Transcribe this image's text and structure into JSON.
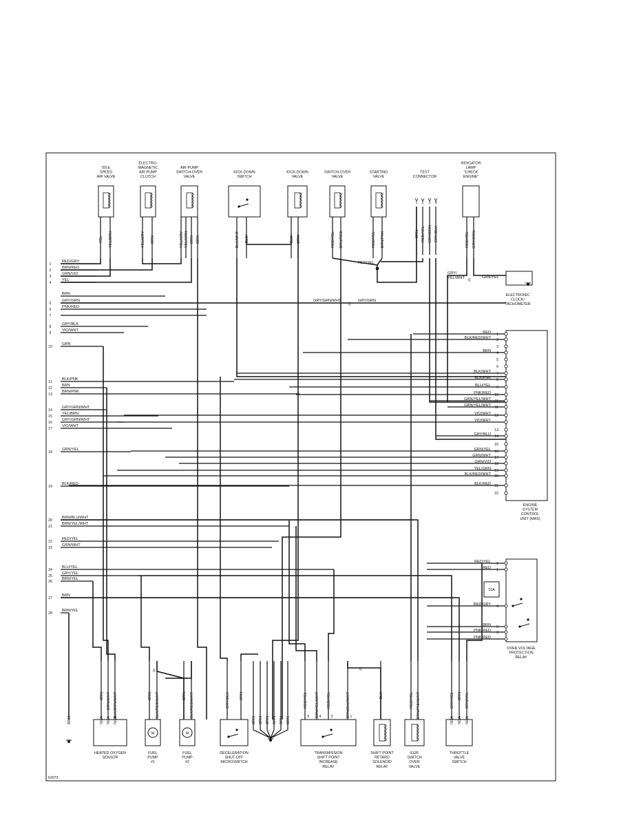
{
  "figure_id": "62073",
  "top_components": [
    {
      "name": "IDLE\nSPEED\nAIR VALVE",
      "pins": [
        "YEL",
        "YEL/BRN"
      ]
    },
    {
      "name": "ELECTRO-\nMAGNETIC\nAIR PUMP\nCLUTCH",
      "pins": [
        "YEL/GRY",
        "BRN"
      ]
    },
    {
      "name": "AIR PUMP\nSWITCH-OVER\nVALVE",
      "pins": [
        "YEL/GRY",
        "YEL/GRN",
        "BRN",
        "BRN"
      ]
    },
    {
      "name": "KICK-DOWN\nSWITCH",
      "pins": [
        "BLK/WHT",
        "BLK"
      ]
    },
    {
      "name": "KICK-DOWN\nVALVE",
      "pins": [
        "BLK",
        "BRN"
      ]
    },
    {
      "name": "SWITCH-OVER\nVALVE",
      "pins": [
        "RED/YEL",
        "BRN/RED"
      ]
    },
    {
      "name": "STARTING\nVALVE",
      "pins": [
        "RED/YEL",
        "BRN/PNK"
      ]
    },
    {
      "name": "TEST\nCONNECTOR",
      "pins": [
        "BRN",
        "RED/YEL",
        "GRY/GRN",
        "GRY/BLU"
      ],
      "pin_numbers": [
        "1",
        "2",
        "3",
        "4"
      ]
    },
    {
      "name": "INDICATOR\nLAMP\n\"CHECK\nENGINE\"",
      "pins": [
        "RED/YEL",
        "GRY/GRN"
      ]
    }
  ],
  "left_terminals": [
    {
      "num": "1",
      "wire": "RED/GRY"
    },
    {
      "num": "2",
      "wire": "BRN/RED"
    },
    {
      "num": "3",
      "wire": "GRN/VIO"
    },
    {
      "num": "4",
      "wire": "YEL"
    },
    {
      "num": "",
      "wire": "BRN"
    },
    {
      "num": "5",
      "wire": "GRY/GRN"
    },
    {
      "num": "6",
      "wire": "PNK/RED"
    },
    {
      "num": "7",
      "wire": ""
    },
    {
      "num": "8",
      "wire": "GRY/BLK"
    },
    {
      "num": "9",
      "wire": "VIO/WHT"
    },
    {
      "num": "10",
      "wire": "GRN"
    },
    {
      "num": "11",
      "wire": "BLK/PNK"
    },
    {
      "num": "12",
      "wire": "BRN"
    },
    {
      "num": "13",
      "wire": "BRN/PNK"
    },
    {
      "num": "14",
      "wire": "GRY/GRN/WHT"
    },
    {
      "num": "15",
      "wire": "YEL/BRN"
    },
    {
      "num": "16",
      "wire": "GRY/GRN/WHT"
    },
    {
      "num": "17",
      "wire": "VIO/WHT"
    },
    {
      "num": "18",
      "wire": "GRN/YEL"
    },
    {
      "num": "19",
      "wire": "BLK/RED"
    },
    {
      "num": "20",
      "wire": "BRN/BLU/WHT"
    },
    {
      "num": "21",
      "wire": "BRN/YEL/WHT"
    },
    {
      "num": "22",
      "wire": "RED/YEL"
    },
    {
      "num": "23",
      "wire": "GRN/WHT"
    },
    {
      "num": "24",
      "wire": "BLU/YEL"
    },
    {
      "num": "25",
      "wire": "GRY/YEL"
    },
    {
      "num": "26",
      "wire": "BRN/YEL"
    },
    {
      "num": "27",
      "wire": "BRN"
    },
    {
      "num": "28",
      "wire": "BRN/YEL"
    }
  ],
  "ecu": {
    "name": "ENGINE\nSYSTEM\nCONTROL\nUNIT (MAS)",
    "pins": [
      {
        "num": "1",
        "wire": "RED"
      },
      {
        "num": "2",
        "wire": "BLK/RED/WHT"
      },
      {
        "num": "3",
        "wire": ""
      },
      {
        "num": "4",
        "wire": "BRN"
      },
      {
        "num": "5",
        "wire": ""
      },
      {
        "num": "6",
        "wire": ""
      },
      {
        "num": "7",
        "wire": "BLK/WHT"
      },
      {
        "num": "8",
        "wire": "BLK/PNK"
      },
      {
        "num": "9",
        "wire": "BLU/YEL"
      },
      {
        "num": "10",
        "wire": "PNK/RED"
      },
      {
        "num": "11",
        "wire": "GRN/YEL/WHT"
      },
      {
        "num": "11",
        "wire": "GRN/YEL/WHT"
      },
      {
        "num": "12",
        "wire": "VIO/WHT"
      },
      {
        "num": "",
        "wire": "VIO/WHT"
      },
      {
        "num": "13",
        "wire": ""
      },
      {
        "num": "14",
        "wire": "GRY/BLU"
      },
      {
        "num": "15",
        "wire": ""
      },
      {
        "num": "16",
        "wire": "GRN/YEL"
      },
      {
        "num": "17",
        "wire": "GRN/WHT"
      },
      {
        "num": "18",
        "wire": "GRN/VIO"
      },
      {
        "num": "19",
        "wire": "YEL/GRN"
      },
      {
        "num": "20",
        "wire": "BLK/RED/WHT"
      },
      {
        "num": "21",
        "wire": "BLK/RED"
      },
      {
        "num": "22",
        "wire": ""
      }
    ]
  },
  "tachometer": {
    "name": "ELECTRONIC\nCLOCK/\nTACHOMETER",
    "wire_in": "GRN/YEL",
    "wire_out": "GRY/\nYEL/WHT"
  },
  "mid_labels": {
    "gry_grn_wht": "GRY/GRN/WHT",
    "gry_grn": "GRY/GRN",
    "red_yel": "RED/YEL"
  },
  "relay": {
    "name": "OVER VOLTAGE\nPROTECTION\nRELAY",
    "fuse": "10A",
    "pins": [
      {
        "num": "2",
        "wire": "RED/YEL"
      },
      {
        "num": "1",
        "wire": "RED"
      },
      {
        "num": "4",
        "wire": "RED/GRY"
      },
      {
        "num": "5",
        "wire": "BRN"
      },
      {
        "num": "3",
        "wire": "PNK/RED"
      },
      {
        "num": "",
        "wire": "PNK/RED"
      }
    ]
  },
  "bottom_components": [
    {
      "name": "HEATED OXYGEN\nSENSOR",
      "pins": [
        "BRN",
        "BRN/WHT",
        "BLK/BRN/WHT"
      ],
      "nca": [
        "NCA",
        "NCA",
        "NCA"
      ]
    },
    {
      "name": "FUEL\nPUMP\n#1",
      "pins": [
        "BRN",
        "BLK/RED/WHT"
      ],
      "symbol": "M"
    },
    {
      "name": "FUEL\nPUMP\n#2",
      "pins": [
        "BRN",
        "BLK/RED/WHT"
      ],
      "symbol": "M"
    },
    {
      "name": "DECELERATION\nSHUT-OFF\nMICROSWITCH",
      "pins": [
        "GRY/BLK",
        "BRN"
      ]
    },
    {
      "name": "TRANSMISSION\nSHIFT POINT\nINCREASE\nRELAY",
      "pins": [
        "RED/YEL",
        "BRN/YEL/WHT",
        "RED/YEL",
        "BRN/BLU/WHT"
      ],
      "pin_numbers": [
        "5",
        "4",
        "3",
        "1"
      ]
    },
    {
      "name": "SHIFT POINT\nRETARD\nSOLENOID\nRELAY",
      "pins": [
        "BLK"
      ]
    },
    {
      "name": "EGR\nSWITCH\nOVER\nVALVE",
      "pins": [
        "RED/YEL",
        "BRN/PNK/WHT"
      ]
    },
    {
      "name": "THROTTLE\nVALVE\nSWITCH",
      "pins": [
        "GRY/YEL",
        "BRN",
        "BRN/YEL"
      ],
      "nca": [
        "NCA",
        "NCA",
        "NCA"
      ]
    }
  ],
  "ground_labels": {
    "left_ground": "BRN",
    "star_pins": [
      "BRN",
      "BRN",
      "BRN",
      "BRN",
      "BRN",
      "BRN"
    ]
  }
}
